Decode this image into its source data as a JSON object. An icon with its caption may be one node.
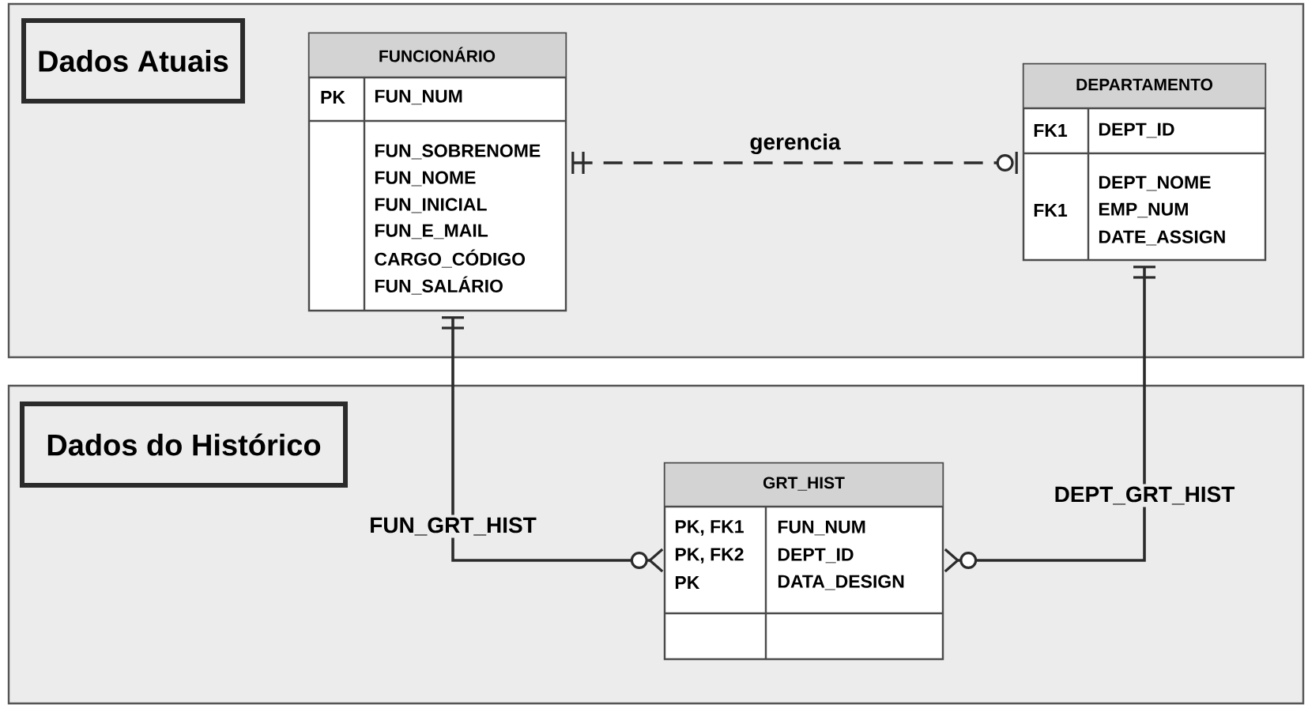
{
  "diagram": {
    "nodes": [
      {
        "text": [],
        "shape": "box"
      },
      {
        "text": [
          "Dados Atuais"
        ],
        "in": 0
      },
      {
        "text": [
          "FUNCIONÁRIO",
          "PK",
          "FUN_NUM",
          "FUN_SOBRENOME",
          "FUN_NOME",
          "FUN_INICIAL",
          "FUN_E_MAIL",
          "CARGO_CÓDIGO",
          "FUN_SALÁRIO"
        ],
        "in": 0
      },
      {
        "text": [
          "DEPARTAMENTO",
          "FK1",
          "DEPT_ID",
          "DEPT_NOME",
          "FK1",
          "EMP_NUM",
          "DATE_ASSIGN"
        ],
        "in": 0
      },
      {
        "text": [],
        "shape": "box"
      },
      {
        "text": [
          "Dados do Histórico"
        ],
        "in": 4
      },
      {
        "text": [
          "GRT_HIST",
          "PK, FK1",
          "FUN_NUM",
          "PK, FK2",
          "DEPT_ID",
          "PK",
          "DATA_DESIGN"
        ],
        "in": 4
      }
    ],
    "edges": [
      {
        "from": 2,
        "to": 3,
        "arrow": "other",
        "label": "gerencia",
        "style": "dashed"
      },
      {
        "from": 2,
        "to": 6,
        "arrow": "other",
        "label": "FUN_GRT_HIST"
      },
      {
        "from": 3,
        "to": 6,
        "arrow": "other",
        "label": "DEPT_GRT_HIST"
      }
    ]
  }
}
